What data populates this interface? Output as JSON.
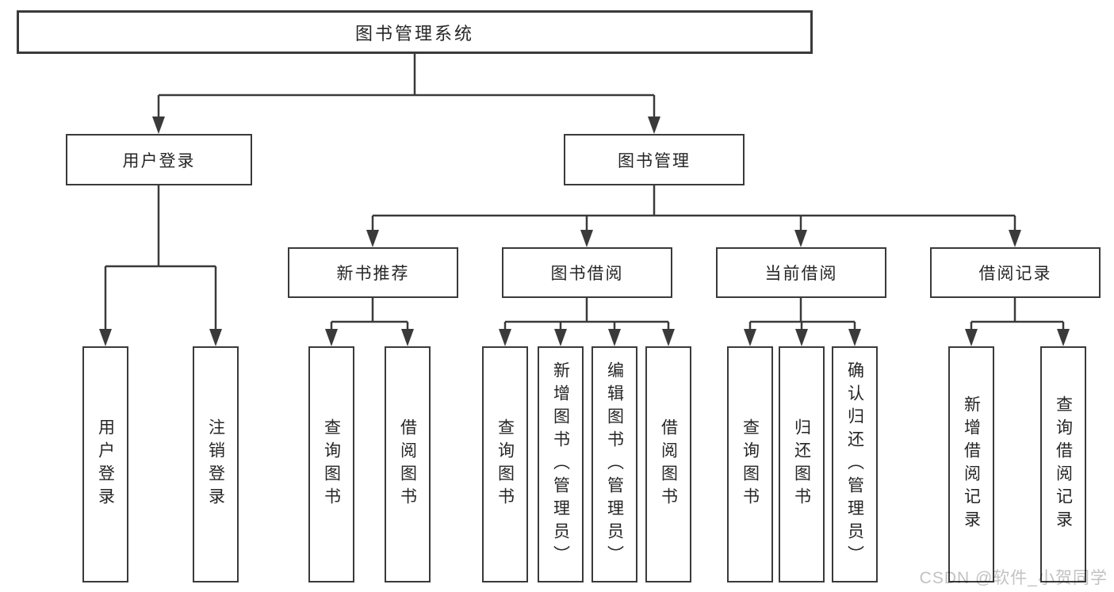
{
  "tree": {
    "root": {
      "label": "图书管理系统",
      "children": [
        {
          "label": "用户登录",
          "children": [
            {
              "label": "用户登录"
            },
            {
              "label": "注销登录"
            }
          ]
        },
        {
          "label": "图书管理",
          "children": [
            {
              "label": "新书推荐",
              "children": [
                {
                  "label": "查询图书"
                },
                {
                  "label": "借阅图书"
                }
              ]
            },
            {
              "label": "图书借阅",
              "children": [
                {
                  "label": "查询图书"
                },
                {
                  "label": "新增图书（管理员）"
                },
                {
                  "label": "编辑图书（管理员）"
                },
                {
                  "label": "借阅图书"
                }
              ]
            },
            {
              "label": "当前借阅",
              "children": [
                {
                  "label": "查询图书"
                },
                {
                  "label": "归还图书"
                },
                {
                  "label": "确认归还（管理员）"
                }
              ]
            },
            {
              "label": "借阅记录",
              "children": [
                {
                  "label": "新增借阅记录"
                },
                {
                  "label": "查询借阅记录"
                }
              ]
            }
          ]
        }
      ]
    }
  },
  "watermark": {
    "text": "CSDN @软件_小贺同学"
  },
  "colors": {
    "line": "#3a3a3a",
    "text": "#262626",
    "background": "#ffffff",
    "box_fill": "#ffffff",
    "watermark": "#c2c2c2"
  }
}
